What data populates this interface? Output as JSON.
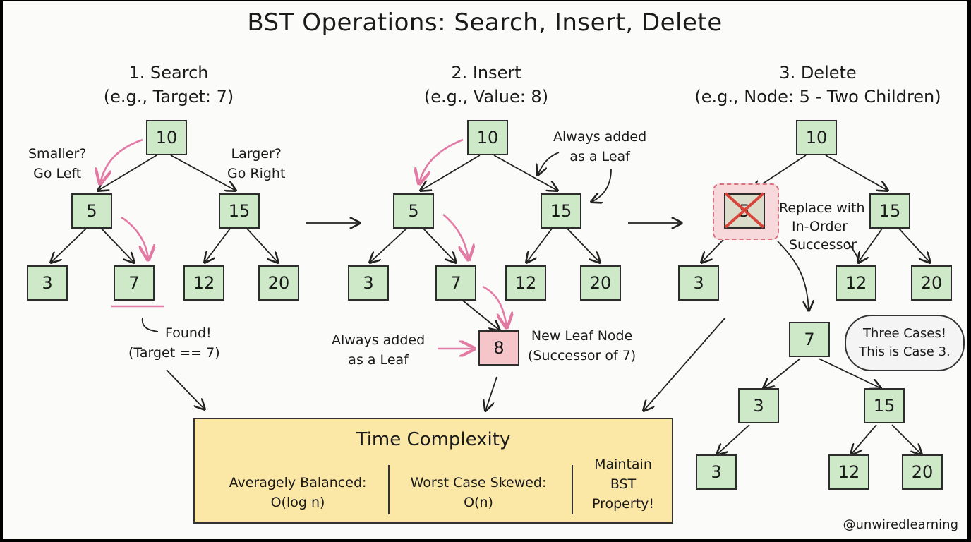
{
  "title": "BST Operations: Search, Insert, Delete",
  "sections": {
    "search": {
      "title": "1. Search",
      "subtitle": "(e.g., Target: 7)",
      "nodes": {
        "root": "10",
        "l": "5",
        "r": "15",
        "ll": "3",
        "lr": "7",
        "rl": "12",
        "rr": "20"
      },
      "note_left": [
        "Smaller?",
        "Go Left"
      ],
      "note_right": [
        "Larger?",
        "Go Right"
      ],
      "found": [
        "Found!",
        "(Target == 7)"
      ]
    },
    "insert": {
      "title": "2. Insert",
      "subtitle": "(e.g., Value: 8)",
      "nodes": {
        "root": "10",
        "l": "5",
        "r": "15",
        "ll": "3",
        "lr": "7",
        "rl": "12",
        "rr": "20",
        "new": "8"
      },
      "note_top": [
        "Always added",
        "as a Leaf"
      ],
      "note_left": [
        "Always added",
        "as a Leaf"
      ],
      "note_new": [
        "New Leaf Node",
        "(Successor of 7)"
      ]
    },
    "delete": {
      "title": "3. Delete",
      "subtitle": "(e.g., Node: 5 - Two Children)",
      "nodes": {
        "root": "10",
        "l": "5",
        "r": "15",
        "ll": "3",
        "rl": "12",
        "rr": "20"
      },
      "note_replace": [
        "Replace with",
        "In-Order",
        "Successor"
      ],
      "result_nodes": {
        "root": "7",
        "l": "3",
        "r": "15",
        "ll": "3",
        "rl": "12",
        "rr": "20"
      },
      "cloud": [
        "Three Cases!",
        "This is Case 3."
      ]
    }
  },
  "complexity": {
    "title": "Time Complexity",
    "balanced": [
      "Averagely Balanced:",
      "O(log n)"
    ],
    "skewed": [
      "Worst Case Skewed:",
      "O(n)"
    ],
    "maintain": [
      "Maintain",
      "BST",
      "Property!"
    ]
  },
  "watermark": "@unwiredlearning",
  "colors": {
    "node_fill": "#cde9c8",
    "new_node_fill": "#f6c5c9",
    "highlight_arrow": "#e27aa4",
    "complexity_fill": "#fbe7a6",
    "delete_cross": "#d9443a"
  }
}
